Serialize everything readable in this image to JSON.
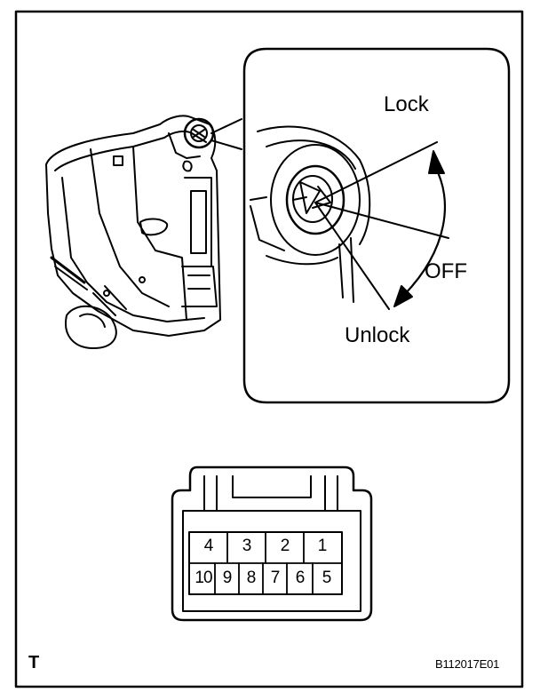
{
  "labels": {
    "lock": "Lock",
    "off": "OFF",
    "unlock": "Unlock",
    "corner_mark": "T",
    "figure_code": "B112017E01"
  },
  "connector": {
    "top_row": [
      "4",
      "3",
      "2",
      "1"
    ],
    "bottom_row": [
      "10",
      "9",
      "8",
      "7",
      "6",
      "5"
    ]
  }
}
